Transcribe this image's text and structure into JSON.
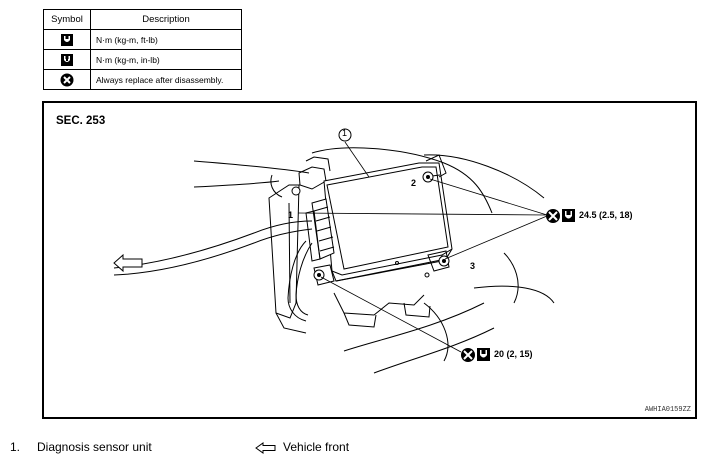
{
  "legend": {
    "header_symbol": "Symbol",
    "header_description": "Description",
    "rows": [
      {
        "icon": "torque-wrench-icon",
        "description": "N·m (kg-m, ft-lb)"
      },
      {
        "icon": "torque-wrench-inlb-icon",
        "description": "N·m (kg-m, in-lb)"
      },
      {
        "icon": "always-replace-icon",
        "description": "Always replace after disassembly."
      }
    ]
  },
  "figure": {
    "section": "SEC. 253",
    "callout_1": "1",
    "callout_2": "2",
    "callout_3": "3",
    "label_1": "1",
    "torque_upper": "24.5 (2.5, 18)",
    "torque_lower": "20 (2, 15)",
    "code": "AWHIA0159ZZ"
  },
  "captions": {
    "item_number": "1.",
    "item_text": "Diagnosis sensor unit",
    "front_text": "Vehicle front"
  }
}
